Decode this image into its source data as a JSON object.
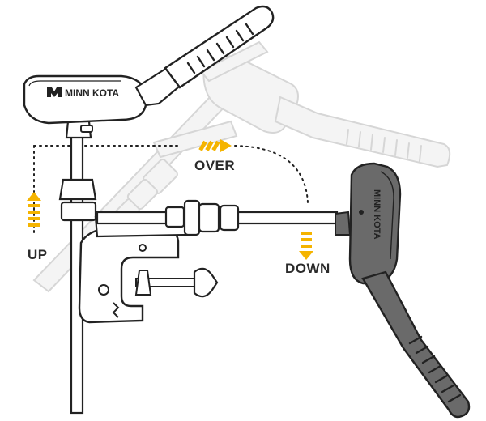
{
  "brand": {
    "logo_text": "MINN KOTA"
  },
  "labels": {
    "up": "UP",
    "over": "OVER",
    "down": "DOWN"
  },
  "colors": {
    "outline": "#222222",
    "body_fill": "#ffffff",
    "ghost_fill": "#ececec",
    "ghost_stroke": "#b5b5b5",
    "active_fill": "#6a6a6a",
    "arrow_accent": "#f5b400",
    "label_text": "#2b2b2b"
  },
  "icons": [
    "up-arrow-icon",
    "over-arrow-icon",
    "down-arrow-icon",
    "minn-kota-logo-icon",
    "thumb-screw-icon"
  ]
}
